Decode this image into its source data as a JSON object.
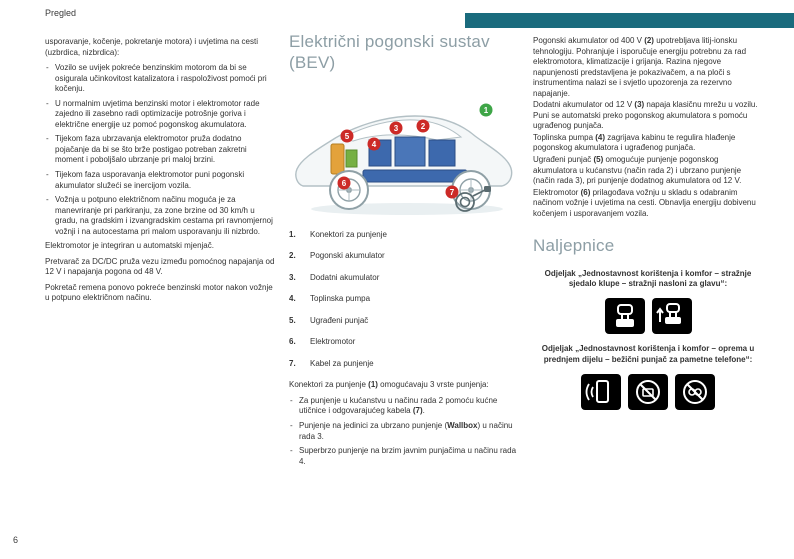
{
  "page": {
    "header": "Pregled",
    "page_number": "6",
    "accent_color": "#1a6b7d"
  },
  "col1": {
    "intro": "usporavanje, kočenje, pokretanje motora) i uvjetima na cesti (uzbrdica, nizbrdica):",
    "bullets": [
      "Vozilo se uvijek pokreće benzinskim motorom da bi se osigurala učinkovitost katalizatora i raspoloživost pomoći pri kočenju.",
      "U normalnim uvjetima benzinski motor i elektromotor rade zajedno ili zasebno radi optimizacije potrošnje goriva i električne energije uz pomoć pogonskog akumulatora.",
      "Tijekom faza ubrzavanja elektromotor pruža dodatno pojačanje da bi se što brže postigao potreban zakretni moment i poboljšalo ubrzanje pri maloj brzini.",
      "Tijekom faza usporavanja elektromotor puni pogonski akumulator služeći se inercijom vozila.",
      "Vožnja u potpuno električnom načinu moguća je za manevriranje pri parkiranju, za zone brzine od 30 km/h u gradu, na gradskim i izvangradskim cestama pri ravnomjernoj vožnji i na autocestama pri malom usporavanju ili nizbrdo."
    ],
    "paragraphs": [
      "Elektromotor je integriran u automatski mjenjač.",
      "Pretvarač za DC/DC pruža vezu između pomoćnog napajanja od 12 V i napajanja pogona od 48 V.",
      "Pokretač remena ponovo pokreće benzinski motor nakon vožnje u potpuno električnom načinu."
    ]
  },
  "col2": {
    "title": "Električni pogonski sustav (BEV)",
    "legend": [
      {
        "num": "1.",
        "label": "Konektori za punjenje"
      },
      {
        "num": "2.",
        "label": "Pogonski akumulator"
      },
      {
        "num": "3.",
        "label": "Dodatni akumulator"
      },
      {
        "num": "4.",
        "label": "Toplinska pumpa"
      },
      {
        "num": "5.",
        "label": "Ugrađeni punjač"
      },
      {
        "num": "6.",
        "label": "Elektromotor"
      },
      {
        "num": "7.",
        "label": "Kabel za punjenje"
      }
    ],
    "intro_rich": [
      {
        "t": "Konektori za punjenje ",
        "b": false
      },
      {
        "t": "(1)",
        "b": true
      },
      {
        "t": " omogućavaju 3 vrste punjenja:",
        "b": false
      }
    ],
    "bullets_rich": [
      [
        {
          "t": "Za punjenje u kućanstvu u načinu rada 2 pomoću kućne utičnice i odgovarajućeg kabela ",
          "b": false
        },
        {
          "t": "(7)",
          "b": true
        },
        {
          "t": ".",
          "b": false
        }
      ],
      [
        {
          "t": "Punjenje na jedinici za ubrzano punjenje (",
          "b": false
        },
        {
          "t": "Wallbox",
          "b": true
        },
        {
          "t": ") u načinu rada 3.",
          "b": false
        }
      ],
      [
        {
          "t": "Superbrzo punjenje na brzim javnim punjačima u načinu rada 4.",
          "b": false
        }
      ]
    ],
    "markers": [
      {
        "n": "1",
        "color": "#3ea547"
      },
      {
        "n": "2",
        "color": "#cc2a27"
      },
      {
        "n": "3",
        "color": "#cc2a27"
      },
      {
        "n": "4",
        "color": "#cc2a27"
      },
      {
        "n": "5",
        "color": "#cc2a27"
      },
      {
        "n": "6",
        "color": "#cc2a27"
      },
      {
        "n": "7",
        "color": "#cc2a27"
      }
    ]
  },
  "col3": {
    "paragraphs_rich": [
      [
        {
          "t": "Pogonski akumulator od 400 V ",
          "b": false
        },
        {
          "t": "(2)",
          "b": true
        },
        {
          "t": " upotrebljava litij-ionsku tehnologiju. Pohranjuje i isporučuje energiju potrebnu za rad elektromotora, klimatizacije i grijanja. Razina njegove napunjenosti predstavljena je pokazivačem, a na ploči s instrumentima nalazi se i svjetlo upozorenja za rezervno napajanje.",
          "b": false
        }
      ],
      [
        {
          "t": "Dodatni akumulator od 12 V ",
          "b": false
        },
        {
          "t": "(3)",
          "b": true
        },
        {
          "t": " napaja klasičnu mrežu u vozilu. Puni se automatski preko pogonskog akumulatora s pomoću ugrađenog punjača.",
          "b": false
        }
      ],
      [
        {
          "t": "Toplinska pumpa ",
          "b": false
        },
        {
          "t": "(4)",
          "b": true
        },
        {
          "t": " zagrijava kabinu te regulira hlađenje pogonskog akumulatora i ugrađenog punjača.",
          "b": false
        }
      ],
      [
        {
          "t": "Ugrađeni punjač ",
          "b": false
        },
        {
          "t": "(5)",
          "b": true
        },
        {
          "t": " omogućuje punjenje pogonskog akumulatora u kućanstvu (način rada 2) i ubrzano punjenje (način rada 3), pri punjenje dodatnog akumulatora od 12 V.",
          "b": false
        }
      ],
      [
        {
          "t": "Elektromotor ",
          "b": false
        },
        {
          "t": "(6)",
          "b": true
        },
        {
          "t": " prilagođava vožnju u skladu s odabranim načinom vožnje i uvjetima na cesti. Obnavlja energiju dobivenu kočenjem i usporavanjem vozila.",
          "b": false
        }
      ]
    ],
    "section_title": "Naljepnice",
    "label1": "Odjeljak „Jednostavnost korištenja i komfor – stražnje sjedalo klupe – stražnji nasloni za glavu“:",
    "label2": "Odjeljak „Jednostavnost korištenja i komfor – oprema u prednjem dijelu – bežični punjač za pametne telefone“:"
  }
}
